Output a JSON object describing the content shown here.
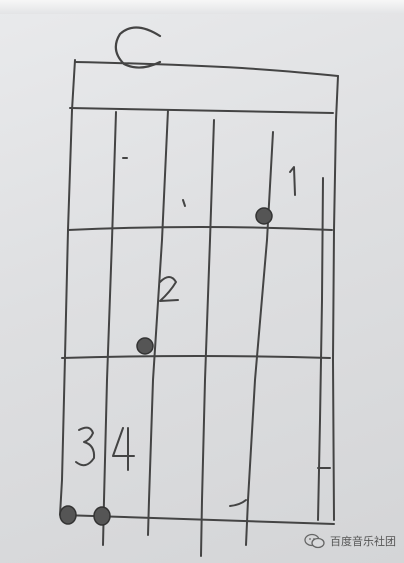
{
  "chord": {
    "name": "C",
    "finger_labels": [
      "1",
      "2",
      "3",
      "4"
    ]
  },
  "watermark": {
    "text": "百度音乐社团",
    "icon": "wechat-icon"
  },
  "colors": {
    "marker": "#3a3a3a",
    "board": "#e2e3e5"
  }
}
